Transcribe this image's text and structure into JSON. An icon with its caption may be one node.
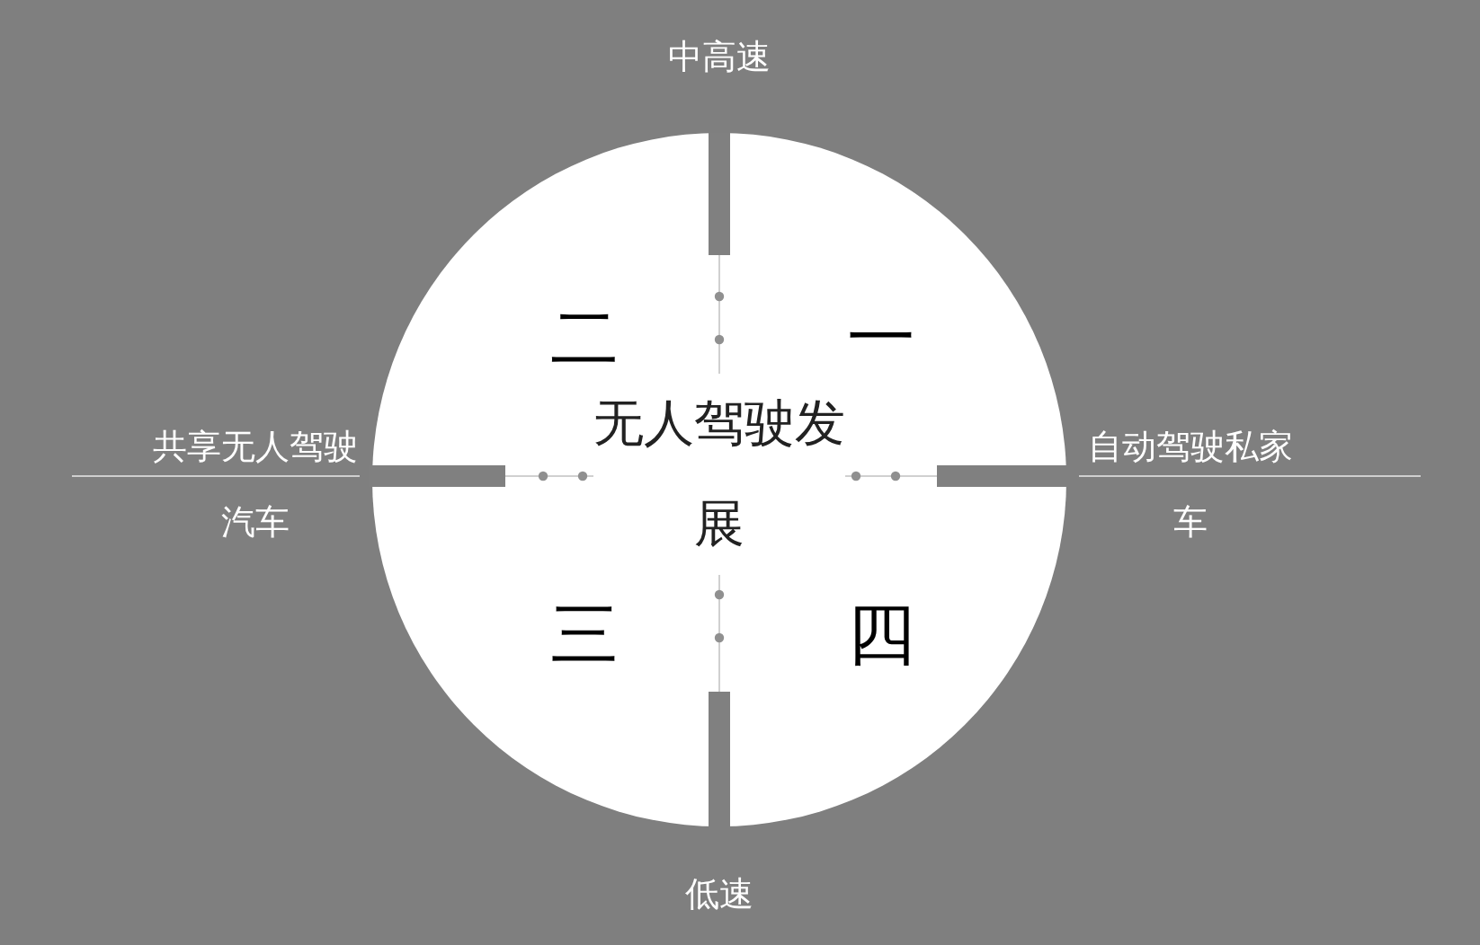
{
  "diagram": {
    "title": "无人驾驶发展",
    "labels": [
      "中高速",
      "二",
      "一",
      "共享无人驾驶汽车",
      "自动驾驶私家车",
      "三",
      "四",
      "低速"
    ]
  }
}
